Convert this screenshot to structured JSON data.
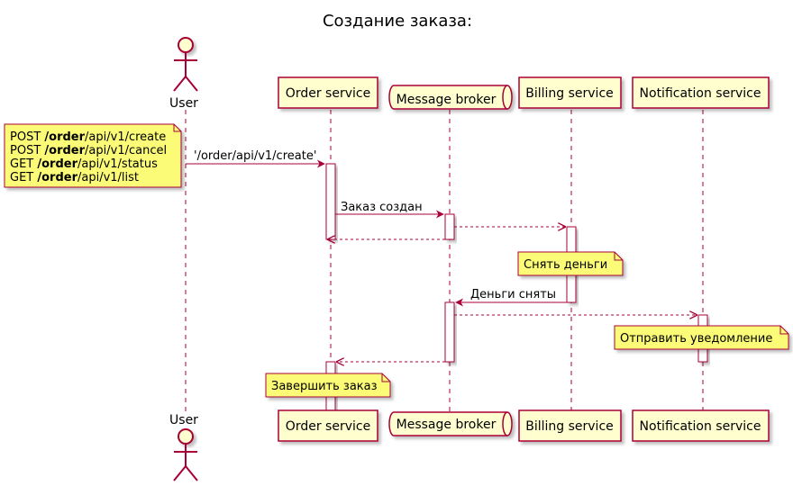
{
  "title": "Создание заказа:",
  "participants": {
    "user": "User",
    "order": "Order service",
    "broker": "Message broker",
    "billing": "Billing service",
    "notify": "Notification service"
  },
  "notes": {
    "api": [
      {
        "p1": "POST ",
        "b": "/order",
        "p2": "/api/v1/create"
      },
      {
        "p1": "POST ",
        "b": "/order",
        "p2": "/api/v1/cancel"
      },
      {
        "p1": "GET ",
        "b": "/order",
        "p2": "/api/v1/status"
      },
      {
        "p1": "GET ",
        "b": "/order",
        "p2": "/api/v1/list"
      }
    ],
    "charge": "Снять деньги",
    "send_notification": "Отправить уведомление",
    "complete_order": "Завершить заказ"
  },
  "messages": {
    "create": "'/order/api/v1/create'",
    "order_created": "Заказ создан",
    "money_taken": "Деньги сняты"
  },
  "colors": {
    "line": "#a80036",
    "box_fill": "#fefece",
    "note_fill": "#fbfb77",
    "actor_fill": "#fefece"
  }
}
